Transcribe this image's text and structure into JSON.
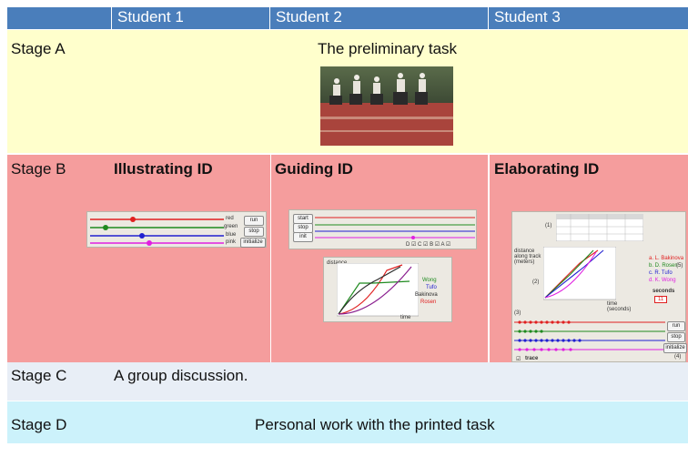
{
  "header": {
    "col1": "Student 1",
    "col2": "Student  2",
    "col3": "Student 3"
  },
  "stages": {
    "a": {
      "label": "Stage A",
      "text": "The preliminary task"
    },
    "b": {
      "label": "Stage B",
      "col1": "Illustrating ID",
      "col2": "Guiding ID",
      "col3": "Elaborating ID"
    },
    "c": {
      "label": "Stage C",
      "text": "A group discussion."
    },
    "d": {
      "label": "Stage D",
      "text": "Personal work with the printed task"
    }
  },
  "illustrating_panel": {
    "line_labels": [
      "red",
      "green",
      "blue",
      "pink"
    ],
    "buttons": {
      "run": "run",
      "stop": "stop",
      "initialize": "initialize"
    }
  },
  "guiding_panel": {
    "buttons": {
      "start": "start",
      "stop": "stop",
      "init": "init"
    },
    "checks": "D ☑  C ☑  B ☑  A ☑",
    "graph_ylabel": "distance",
    "graph_xlabel": "time",
    "legend": [
      "Wong",
      "Tufo",
      "Bakinova",
      "Rosen"
    ]
  },
  "elaborating_panel": {
    "table_label": "(1)",
    "graph_label": "(2)",
    "track_label": "(3)",
    "buttons_label": "(4)",
    "legend_label": "(5)",
    "ylabel": "distance along track (meters)",
    "xlabel": "time (seconds)",
    "legend": [
      "a. L. Bakinova",
      "b. D. Rosen",
      "c. R. Tufo",
      "d. K. Wong"
    ],
    "seconds_label": "seconds",
    "seconds_value": "11",
    "trace_label": "trace",
    "buttons": {
      "run": "run",
      "stop": "stop",
      "initialize": "initialize"
    }
  },
  "colors": {
    "header": "#4a7ebb",
    "stage_a": "#ffffcc",
    "stage_b": "#f59d9d",
    "stage_c": "#e8eef6",
    "stage_d": "#ccf2fb",
    "red": "#e02020",
    "green": "#1f8a1f",
    "blue": "#2020d0",
    "pink": "#e020e0"
  }
}
